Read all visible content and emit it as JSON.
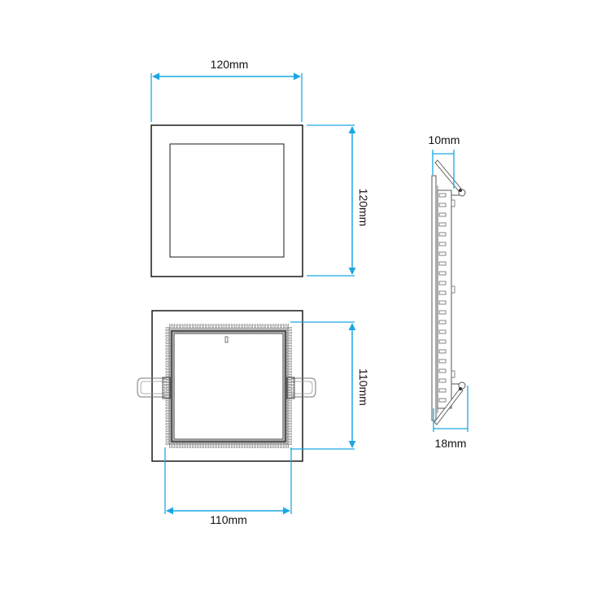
{
  "colors": {
    "dimension": "#1aa7e4",
    "outline": "#1a1a1a",
    "detail": "#666666",
    "background": "#ffffff"
  },
  "front_view": {
    "width_label": "120mm",
    "height_label": "120mm"
  },
  "back_view": {
    "width_label": "110mm",
    "height_label": "110mm"
  },
  "side_view": {
    "top_label": "10mm",
    "bottom_label": "18mm"
  }
}
